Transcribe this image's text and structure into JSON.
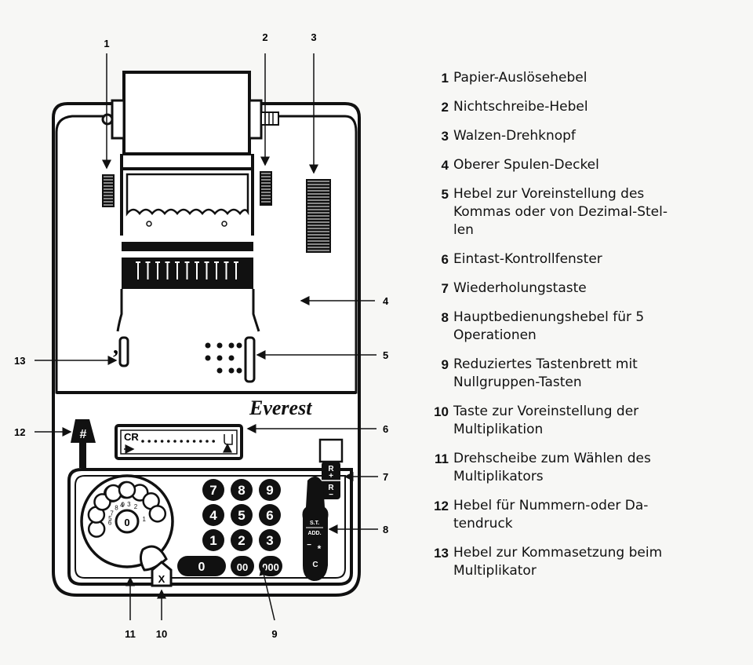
{
  "brand": "Everest",
  "callouts": [
    "1",
    "2",
    "3",
    "4",
    "5",
    "6",
    "7",
    "8",
    "9",
    "10",
    "11",
    "12",
    "13"
  ],
  "panel": {
    "counter_label": "CR",
    "key_rows": [
      [
        "7",
        "8",
        "9"
      ],
      [
        "4",
        "5",
        "6"
      ],
      [
        "1",
        "2",
        "3"
      ]
    ],
    "bottom_keys": [
      "0",
      "00",
      "000"
    ],
    "key_x": "X",
    "key_hash": "#",
    "repeat_key": [
      "R",
      "+",
      "R",
      "−"
    ],
    "op_lever": [
      "S.T.",
      "ADD.",
      "−",
      "*",
      "C"
    ],
    "dial_digits": [
      "4",
      "3",
      "2",
      "1",
      "5",
      "6",
      "7",
      "8",
      "9",
      "0"
    ]
  },
  "legend": [
    {
      "num": "1",
      "text": "Papier-Auslösehebel"
    },
    {
      "num": "2",
      "text": "Nichtschreibe-Hebel"
    },
    {
      "num": "3",
      "text": "Walzen-Drehknopf"
    },
    {
      "num": "4",
      "text": "Oberer Spulen-Deckel"
    },
    {
      "num": "5",
      "text": "Hebel zur Voreinstellung des\nKommas oder von Dezimal-Stel-\nlen"
    },
    {
      "num": "6",
      "text": "Eintast-Kontrollfenster"
    },
    {
      "num": "7",
      "text": "Wiederholungstaste"
    },
    {
      "num": "8",
      "text": "Hauptbedienungshebel für 5\nOperationen"
    },
    {
      "num": "9",
      "text": "Reduziertes Tastenbrett mit\nNullgruppen-Tasten"
    },
    {
      "num": "10",
      "text": "Taste zur Voreinstellung der\nMultiplikation"
    },
    {
      "num": "11",
      "text": "Drehscheibe zum Wählen des\nMultiplikators"
    },
    {
      "num": "12",
      "text": "Hebel für Nummern-oder Da-\ntendruck"
    },
    {
      "num": "13",
      "text": "Hebel zur Kommasetzung beim\nMultiplikator"
    }
  ]
}
